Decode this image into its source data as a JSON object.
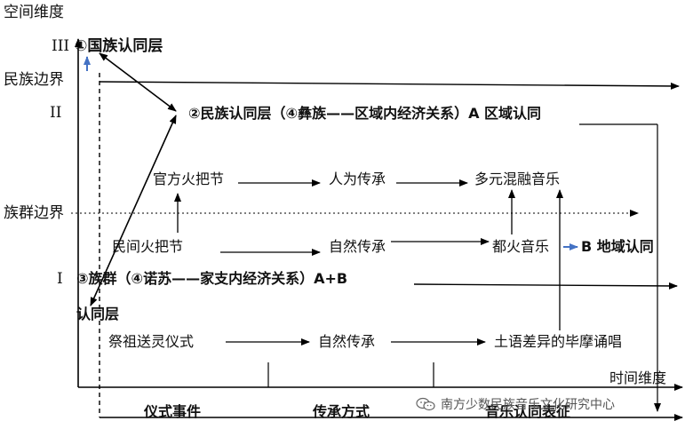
{
  "axes": {
    "y_title": "空间维度",
    "x_title": "时间维度",
    "roman": {
      "iii": "III",
      "ii": "II",
      "i": "I"
    },
    "boundary_minzu": "民族边界",
    "boundary_zuqun": "族群边界"
  },
  "layers": {
    "top": "①国族认同层",
    "mid": "②民族认同层（④彝族——区域内经济关系）A 区域认同",
    "low_line1": "③族群（④诺苏——家支内经济关系）A+B",
    "low_line2": "认同层"
  },
  "nodes": {
    "official_torch": "官方火把节",
    "artificial_transmission": "人为传承",
    "multi_music": "多元混融音乐",
    "folk_torch": "民间火把节",
    "natural_transmission_1": "自然传承",
    "duhuo_music": "都火音乐",
    "b_identity": "B 地域认同",
    "ritual": "祭祖送灵仪式",
    "natural_transmission_2": "自然传承",
    "bimo_chant": "土语差异的毕摩诵唱"
  },
  "footer": {
    "ritual_events": "仪式事件",
    "transmission_mode": "传承方式",
    "music_identity": "音乐认同表征"
  },
  "watermark": {
    "text": "南方少数民族音乐文化研究中心",
    "icon": "wechat-icon"
  },
  "colors": {
    "line": "#000000",
    "dotted": "#333333",
    "accent_arrow": "#4472C4"
  }
}
